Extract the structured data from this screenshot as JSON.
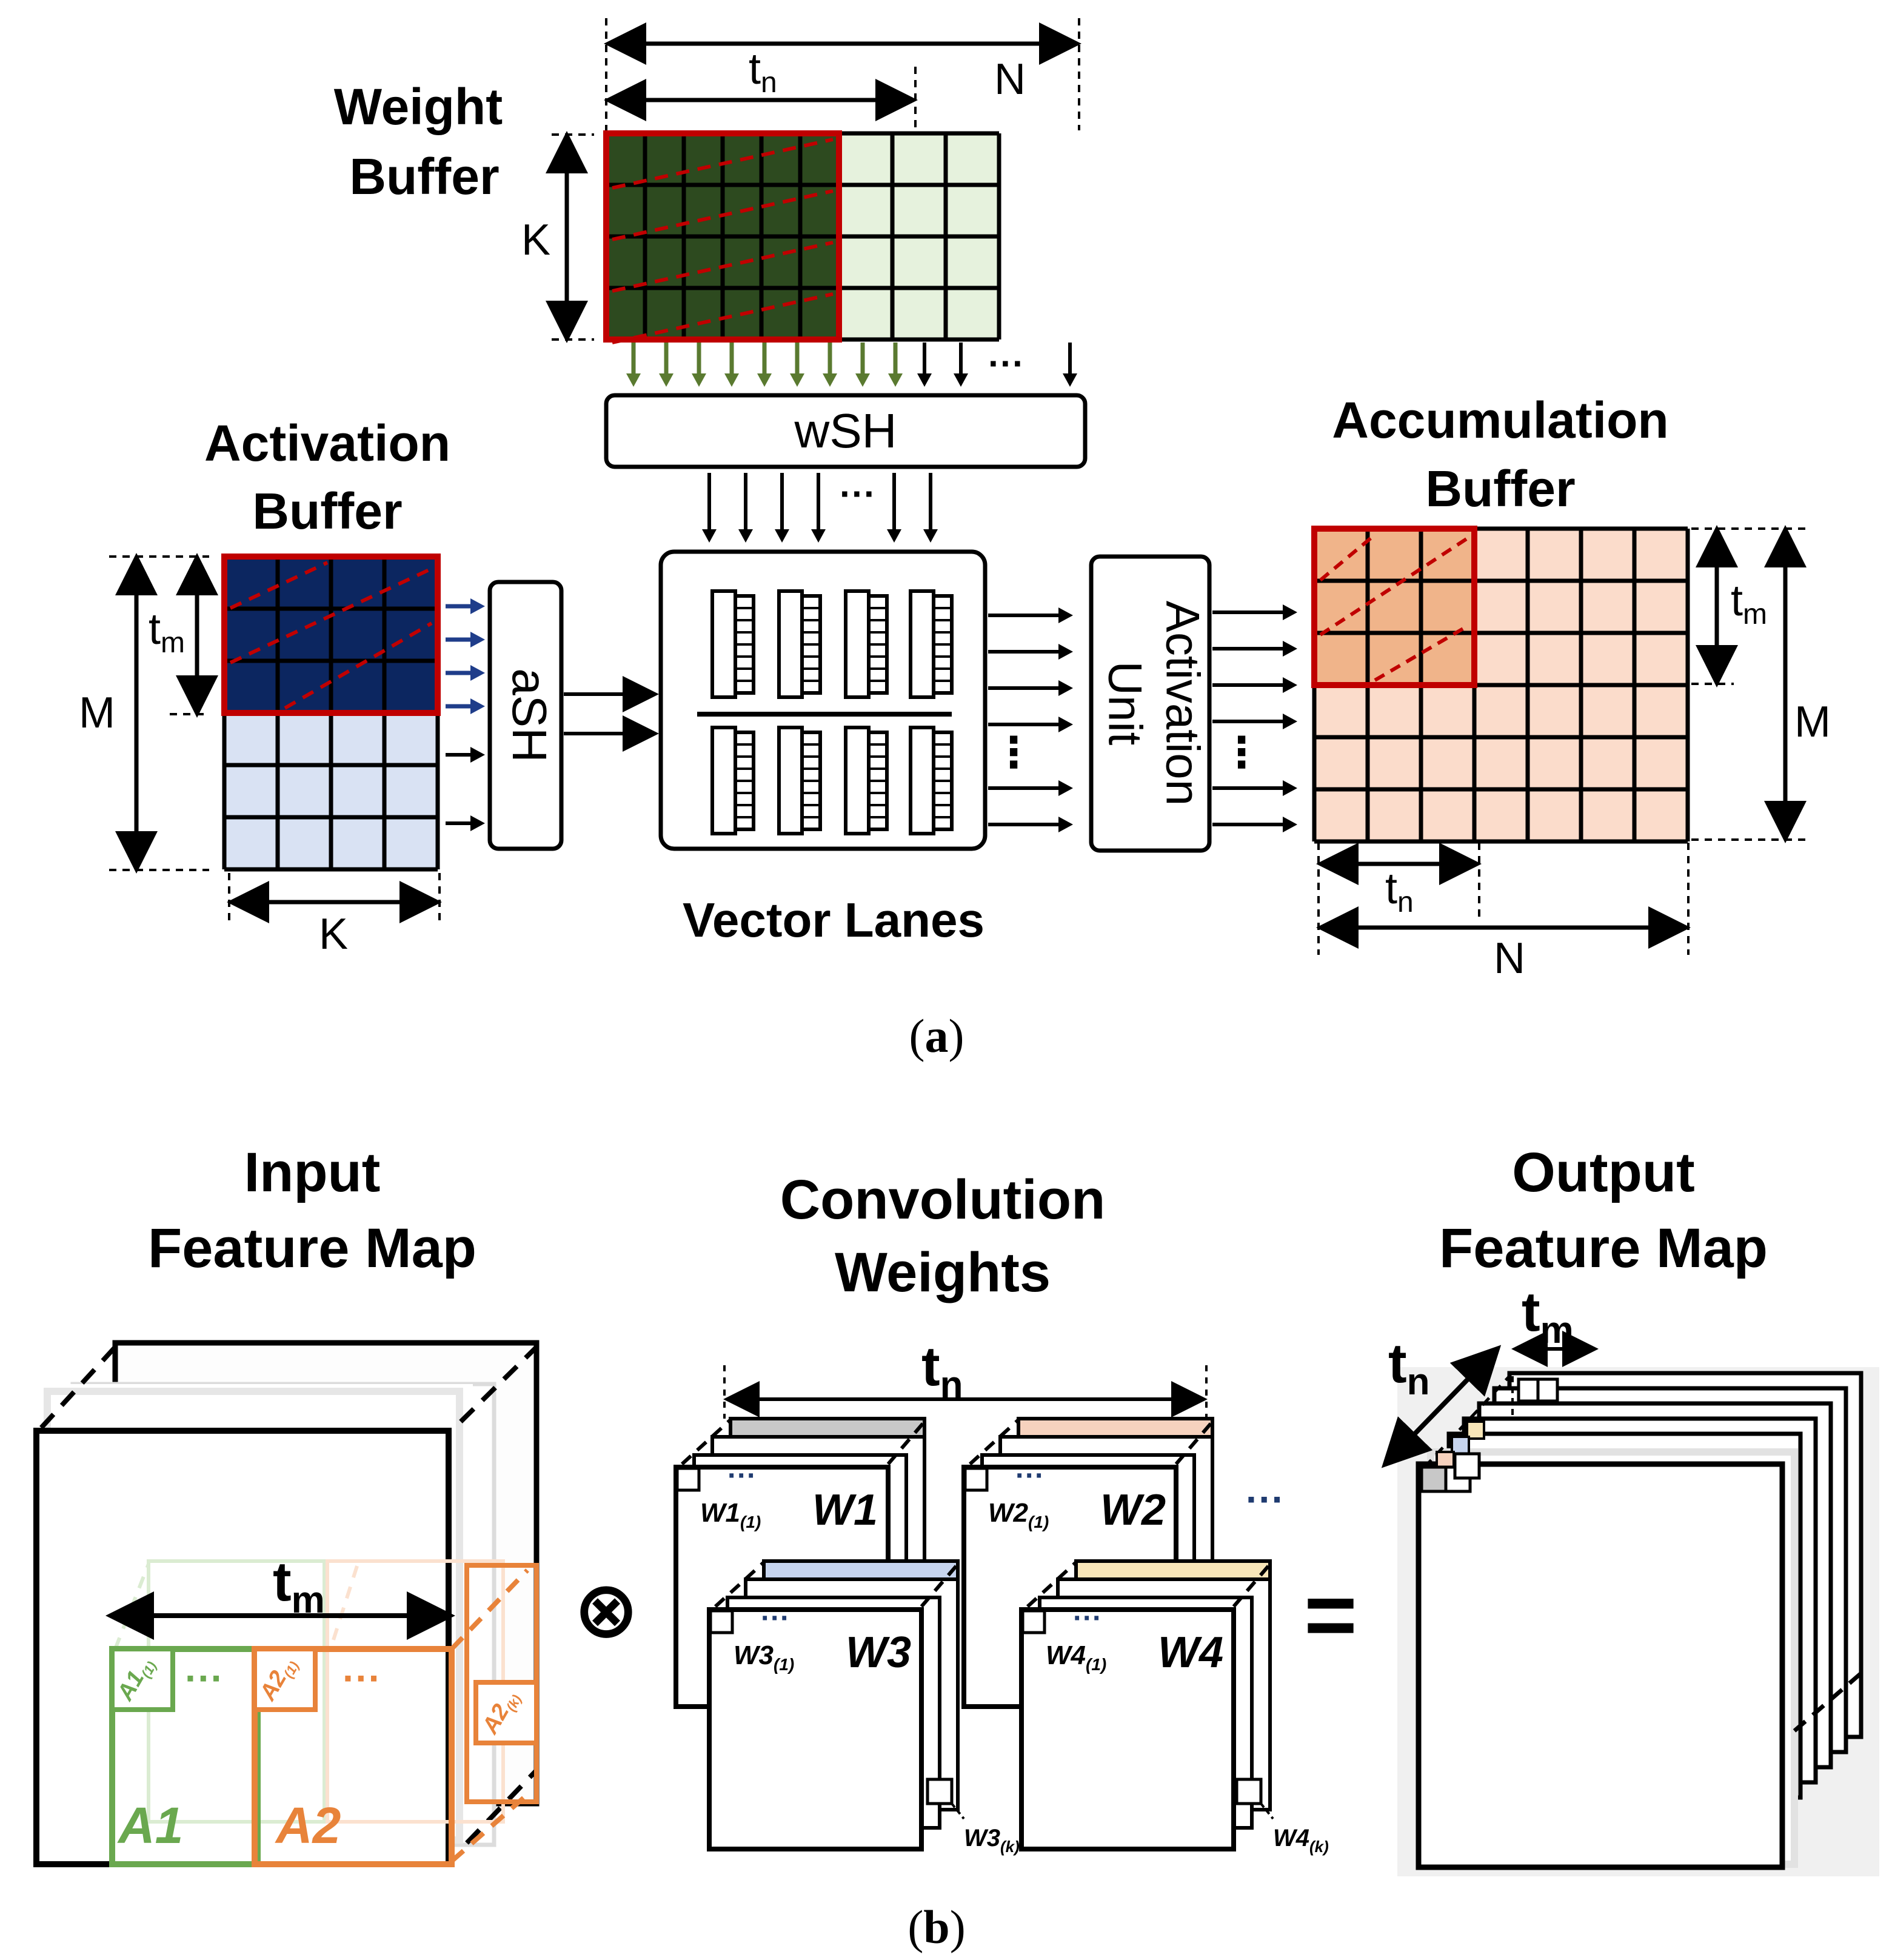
{
  "panel_a": {
    "caption_open": "(",
    "caption_letter": "a",
    "caption_close": ")",
    "weight_buffer": {
      "title_line1": "Weight",
      "title_line2": "Buffer",
      "dim_k": "K",
      "dim_n": "N",
      "dim_tn": "t",
      "dim_tn_sub": "n",
      "dots": "···"
    },
    "wsh_label": "wSH",
    "ash_label": "aSH",
    "activation_buffer": {
      "title_line1": "Activation",
      "title_line2": "Buffer",
      "dim_m": "M",
      "dim_tm": "t",
      "dim_tm_sub": "m",
      "dim_k": "K"
    },
    "vector_lanes": {
      "label": "Vector Lanes",
      "in_dots": "···",
      "out_dots": "⋮"
    },
    "activation_unit": {
      "label_line1": "Activation",
      "label_line2": "Unit",
      "out_dots": "⋮"
    },
    "accumulation_buffer": {
      "title_line1": "Accumulation",
      "title_line2": "Buffer",
      "dim_tm": "t",
      "dim_tm_sub": "m",
      "dim_m": "M",
      "dim_tn": "t",
      "dim_tn_sub": "n",
      "dim_n": "N"
    }
  },
  "panel_b": {
    "caption_open": "(",
    "caption_letter": "b",
    "caption_close": ")",
    "input_fm": {
      "title_line1": "Input",
      "title_line2": "Feature Map",
      "dim_tm": "t",
      "dim_tm_sub": "m",
      "a1": "A1",
      "a2": "A2",
      "a1_sub": "A1",
      "a1_sub_idx": "(1)",
      "a2_sub": "A2",
      "a2_sub_idx": "(1)",
      "a2k": "A2",
      "a2k_idx": "(k)",
      "dots": "···"
    },
    "conv_weights": {
      "title_line1": "Convolution",
      "title_line2": "Weights",
      "dim_tn": "t",
      "dim_tn_sub": "n",
      "dots": "···",
      "w1": "W1",
      "w1_sub": "W1",
      "w1_sub_idx": "(1)",
      "w2": "W2",
      "w2_sub": "W2",
      "w2_sub_idx": "(1)",
      "w3": "W3",
      "w3_sub": "W3",
      "w3_sub_idx": "(1)",
      "w3_k": "W3",
      "w3_k_idx": "(k)",
      "w4": "W4",
      "w4_sub": "W4",
      "w4_sub_idx": "(1)",
      "w4_k": "W4",
      "w4_k_idx": "(k)"
    },
    "operator_conv": "⊗",
    "operator_eq": "=",
    "output_fm": {
      "title_line1": "Output",
      "title_line2": "Feature Map",
      "dim_tm": "t",
      "dim_tm_sub": "m",
      "dim_tn": "t",
      "dim_tn_sub": "n"
    }
  },
  "colors": {
    "weight_dark": "#2d4a1f",
    "weight_light": "#e6f2dd",
    "weight_arrow": "#5a7a30",
    "act_dark": "#0c2660",
    "act_light": "#d9e2f3",
    "act_arrow": "#1f3d8a",
    "accum_dark": "#f0b48a",
    "accum_light": "#fbdccb",
    "highlight_red": "#c00000",
    "a1_green": "#6aa84f",
    "a2_orange": "#e8833a",
    "w1_gray": "#c8c8c8",
    "w2_peach": "#f6d2be",
    "w3_blue": "#c6d4ee",
    "w4_yellow": "#f8e6b8",
    "dots_navy": "#1f3b70"
  }
}
